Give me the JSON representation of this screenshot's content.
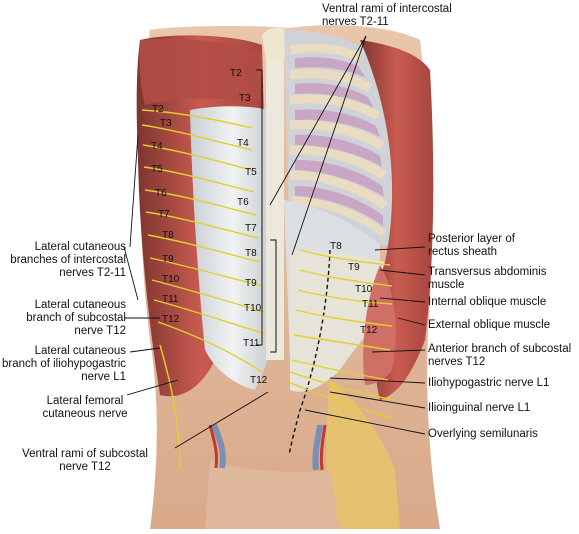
{
  "labels": {
    "ventral_rami_intercostal": [
      "Ventral rami of intercostal",
      "nerves T2-11"
    ],
    "lateral_cutaneous_intercostal": [
      "Lateral cutaneous",
      "branches of intercostal",
      "nerves T2-11"
    ],
    "lateral_cutaneous_subcostal": [
      "Lateral cutaneous",
      "branch of subcostal",
      "nerve T12"
    ],
    "lateral_cutaneous_iliohypogastric": [
      "Lateral cutaneous",
      "branch of iliohypogastric",
      "nerve L1"
    ],
    "lateral_femoral_cutaneous": [
      "Lateral femoral",
      "cutaneous nerve"
    ],
    "ventral_rami_subcostal": [
      "Ventral rami of subcostal",
      "nerve T12"
    ],
    "posterior_layer_rectus": [
      "Posterior layer of",
      "rectus sheath"
    ],
    "transversus_abdominis": [
      "Transversus abdominis",
      "muscle"
    ],
    "internal_oblique": [
      "Internal oblique muscle"
    ],
    "external_oblique": [
      "External oblique muscle"
    ],
    "anterior_branch_subcostal": [
      "Anterior branch of subcostal",
      "nerves T12"
    ],
    "iliohypogastric": [
      "Iliohypogastric nerve L1"
    ],
    "ilioinguinal": [
      "Ilioinguinal nerve L1"
    ],
    "overlying_semilunaris": [
      "Overlying semilunaris"
    ]
  },
  "segments": {
    "left_column": [
      "T2",
      "T3",
      "T4",
      "T5",
      "T6",
      "T7",
      "T8",
      "T9",
      "T10",
      "T11",
      "T12"
    ],
    "middle_column": [
      "T2",
      "T3",
      "T4",
      "T5",
      "T6",
      "T7",
      "T8",
      "T9",
      "T10",
      "T11",
      "T12"
    ],
    "right_column": [
      "T8",
      "T9",
      "T10",
      "T11",
      "T12"
    ]
  },
  "colors": {
    "muscle": "#c0524a",
    "muscle_dark": "#8f3a35",
    "skin": "#e8c4a8",
    "fascia": "#dfe3e6",
    "rib": "#eadcc0",
    "lung": "#c9a7c4",
    "nerve": "#e2cf2e",
    "line": "#222222"
  }
}
